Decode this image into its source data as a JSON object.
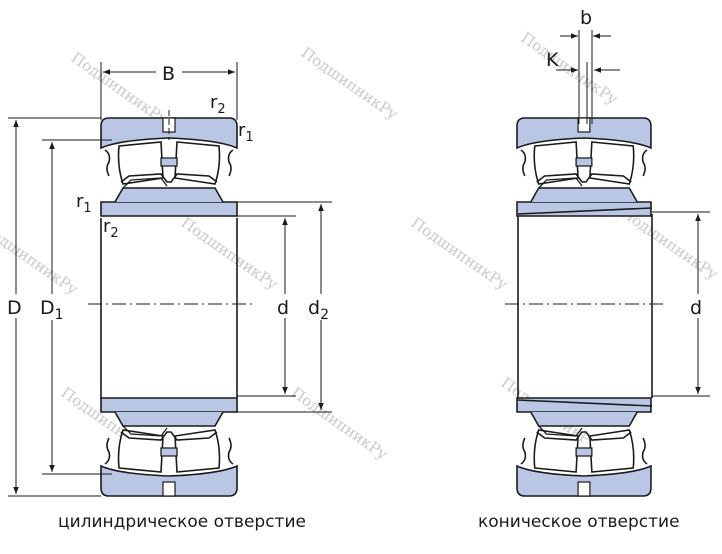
{
  "watermark": "ПодшипникРу",
  "labels": {
    "B": "B",
    "r1": "r",
    "r1_sub": "1",
    "r2": "r",
    "r2_sub": "2",
    "D": "D",
    "D1": "D",
    "D1_sub": "1",
    "d": "d",
    "d2": "d",
    "d2_sub": "2",
    "b": "b",
    "K": "K"
  },
  "captions": {
    "left": "цилиндрическое отверстие",
    "right": "коническое отверстие"
  },
  "colors": {
    "ring_fill": "#b9c7e4",
    "roller_fill": "#ffffff",
    "line": "#1a1a1a",
    "watermark": "#c9c9c9"
  }
}
